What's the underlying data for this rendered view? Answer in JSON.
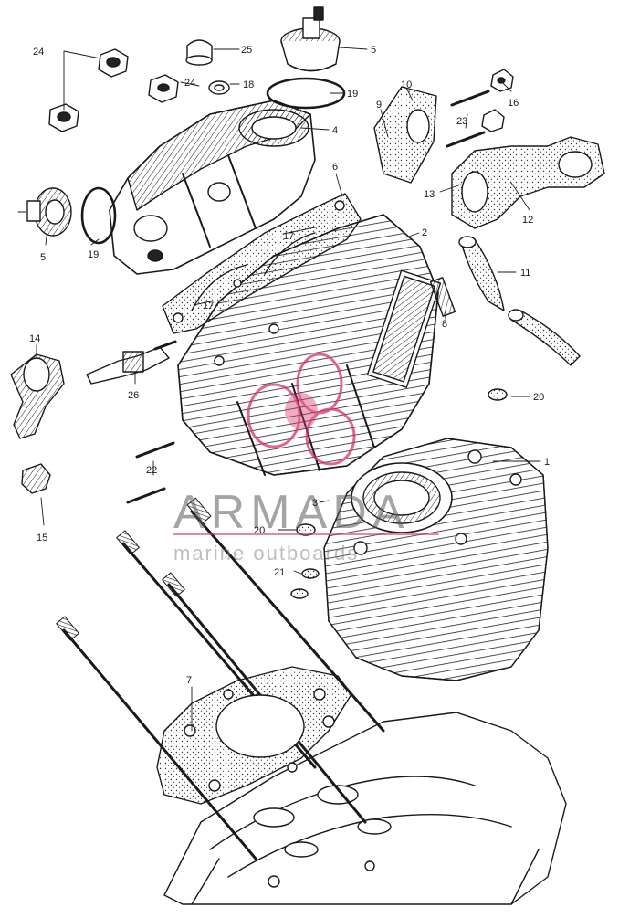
{
  "watermark": {
    "brand": "ARMADA",
    "tagline": "marine outboards",
    "accent_color": "#d6336c"
  },
  "callouts": [
    {
      "id": "c24a",
      "label": "24"
    },
    {
      "id": "c25",
      "label": "25"
    },
    {
      "id": "c5a",
      "label": "5"
    },
    {
      "id": "c24b",
      "label": "24"
    },
    {
      "id": "c18",
      "label": "18"
    },
    {
      "id": "c19a",
      "label": "19"
    },
    {
      "id": "c4",
      "label": "4"
    },
    {
      "id": "c9",
      "label": "9"
    },
    {
      "id": "c10",
      "label": "10"
    },
    {
      "id": "c23",
      "label": "23"
    },
    {
      "id": "c16",
      "label": "16"
    },
    {
      "id": "c6",
      "label": "6"
    },
    {
      "id": "c13",
      "label": "13"
    },
    {
      "id": "c12",
      "label": "12"
    },
    {
      "id": "c5b",
      "label": "5"
    },
    {
      "id": "c19b",
      "label": "19"
    },
    {
      "id": "c17a",
      "label": "17"
    },
    {
      "id": "c2",
      "label": "2"
    },
    {
      "id": "c11",
      "label": "11"
    },
    {
      "id": "c17b",
      "label": "17"
    },
    {
      "id": "c14",
      "label": "14"
    },
    {
      "id": "c8",
      "label": "8"
    },
    {
      "id": "c26",
      "label": "26"
    },
    {
      "id": "c20a",
      "label": "20"
    },
    {
      "id": "c1",
      "label": "1"
    },
    {
      "id": "c22",
      "label": "22"
    },
    {
      "id": "c3",
      "label": "3"
    },
    {
      "id": "c15",
      "label": "15"
    },
    {
      "id": "c20b",
      "label": "20"
    },
    {
      "id": "c21",
      "label": "21"
    },
    {
      "id": "c7",
      "label": "7"
    }
  ]
}
